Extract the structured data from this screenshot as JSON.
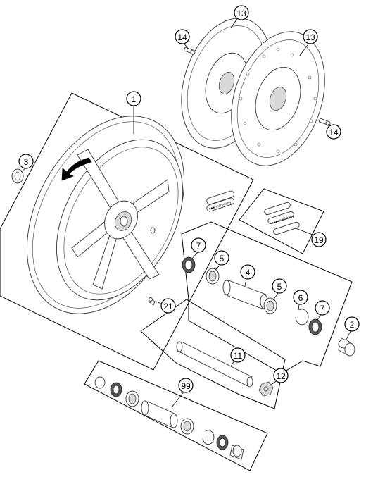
{
  "callouts": [
    {
      "id": "c1",
      "label": "1"
    },
    {
      "id": "c2",
      "label": "2"
    },
    {
      "id": "c3",
      "label": "3"
    },
    {
      "id": "c4",
      "label": "4"
    },
    {
      "id": "c5a",
      "label": "5"
    },
    {
      "id": "c5b",
      "label": "5"
    },
    {
      "id": "c6",
      "label": "6"
    },
    {
      "id": "c7a",
      "label": "7"
    },
    {
      "id": "c7b",
      "label": "7"
    },
    {
      "id": "c11",
      "label": "11"
    },
    {
      "id": "c12",
      "label": "12"
    },
    {
      "id": "c13a",
      "label": "13"
    },
    {
      "id": "c13b",
      "label": "13"
    },
    {
      "id": "c14a",
      "label": "14"
    },
    {
      "id": "c14b",
      "label": "14"
    },
    {
      "id": "c19",
      "label": "19"
    },
    {
      "id": "c21",
      "label": "21"
    },
    {
      "id": "c99",
      "label": "99"
    }
  ],
  "sticker_text": "●●● machinery"
}
